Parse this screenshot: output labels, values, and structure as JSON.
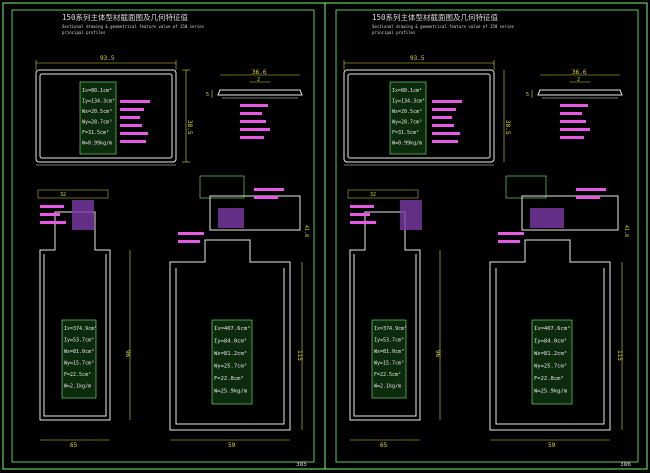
{
  "colors": {
    "frame": "#7cf47c",
    "part": "#e8e8e8",
    "dim": "#d8d83a",
    "label": "#e45ae4",
    "table_bg": "#0c2a0c",
    "table_text": "#e8e8e8",
    "title": "#d8d8d8",
    "highlight": "#7a3aa8"
  },
  "sheets": [
    {
      "title_cn": "150系列主体型材截面图及几何特征值",
      "title_en_1": "Sectional drawing & geometrical feature value of 150 series",
      "title_en_2": "principal profiles",
      "page_no": "385",
      "dims": {
        "top_width": "93.5",
        "top_height": "38.5",
        "cap_width": "36.6",
        "cap_side": "2",
        "cap_height": "5",
        "mid_height_1": "32",
        "mid_height_2": "41.8",
        "body_width_left": "65",
        "body_width_right": "59",
        "body_height": "96",
        "body_height_2": "115"
      },
      "table_top": [
        "Ix=80.1cm⁴",
        "Iy=134.3cm⁴",
        "Wx=20.5cm³",
        "Wy=28.7cm³",
        "F=31.5cm²",
        "W=0.99kg/m"
      ],
      "table_bottom": [
        "Ix=374.9cm⁴",
        "Iy=53.7cm⁴",
        "Wx=81.0cm³",
        "Wy=15.7cm³",
        "F=22.5cm²",
        "W=2.1kg/m"
      ],
      "table_right": [
        "Ix=407.6cm⁴",
        "Iy=84.0cm⁴",
        "Wx=81.2cm³",
        "Wy=25.7cm³",
        "F=22.8cm²",
        "W=25.9kg/m"
      ]
    },
    {
      "title_cn": "150系列主体型材截面图及几何特征值",
      "title_en_1": "Sectional drawing & geometrical feature value of 150 series",
      "title_en_2": "principal profiles",
      "page_no": "386",
      "dims": {
        "top_width": "93.5",
        "top_height": "38.5",
        "cap_width": "36.6",
        "cap_side": "2",
        "cap_height": "5",
        "mid_height_1": "32",
        "mid_height_2": "41.8",
        "body_width_left": "65",
        "body_width_right": "59",
        "body_height": "96",
        "body_height_2": "115"
      },
      "table_top": [
        "Ix=80.1cm⁴",
        "Iy=134.3cm⁴",
        "Wx=20.5cm³",
        "Wy=28.7cm³",
        "F=31.5cm²",
        "W=0.99kg/m"
      ],
      "table_bottom": [
        "Ix=374.9cm⁴",
        "Iy=53.7cm⁴",
        "Wx=81.0cm³",
        "Wy=15.7cm³",
        "F=22.5cm²",
        "W=2.1kg/m"
      ],
      "table_right": [
        "Ix=407.6cm⁴",
        "Iy=84.0cm⁴",
        "Wx=81.2cm³",
        "Wy=25.7cm³",
        "F=22.8cm²",
        "W=25.9kg/m"
      ]
    }
  ]
}
